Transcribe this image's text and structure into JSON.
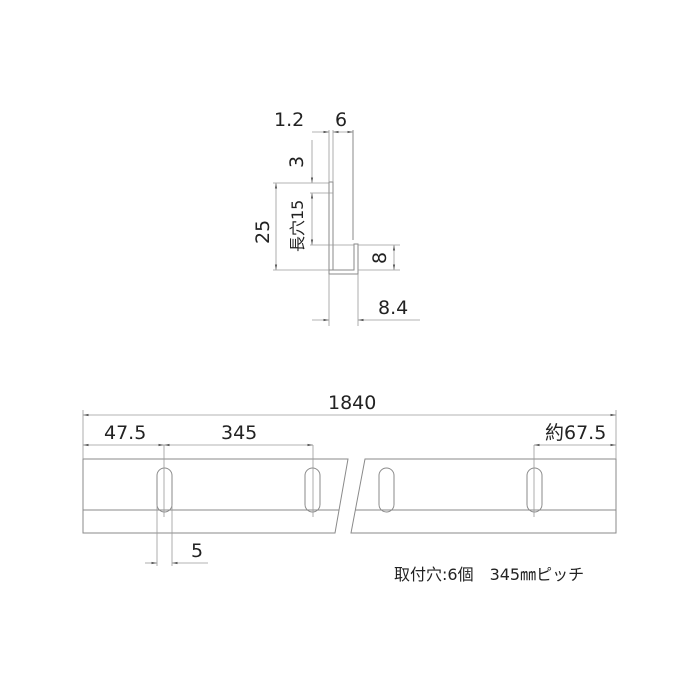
{
  "profile_view": {
    "dim_thickness": "1.2",
    "dim_flange_width": "6",
    "dim_top_offset": "3",
    "dim_slot_length": "長穴15",
    "dim_total_height": "25",
    "dim_lip_height": "8",
    "dim_bottom_width": "8.4"
  },
  "front_view": {
    "dim_total_length": "1840",
    "dim_first_hole": "47.5",
    "dim_pitch": "345",
    "dim_last_hole": "約67.5",
    "dim_slot_width": "5"
  },
  "note": {
    "mounting_holes": "取付穴:6個　345㎜ピッチ"
  },
  "colors": {
    "line": "#8a8a8a",
    "text": "#222222"
  }
}
